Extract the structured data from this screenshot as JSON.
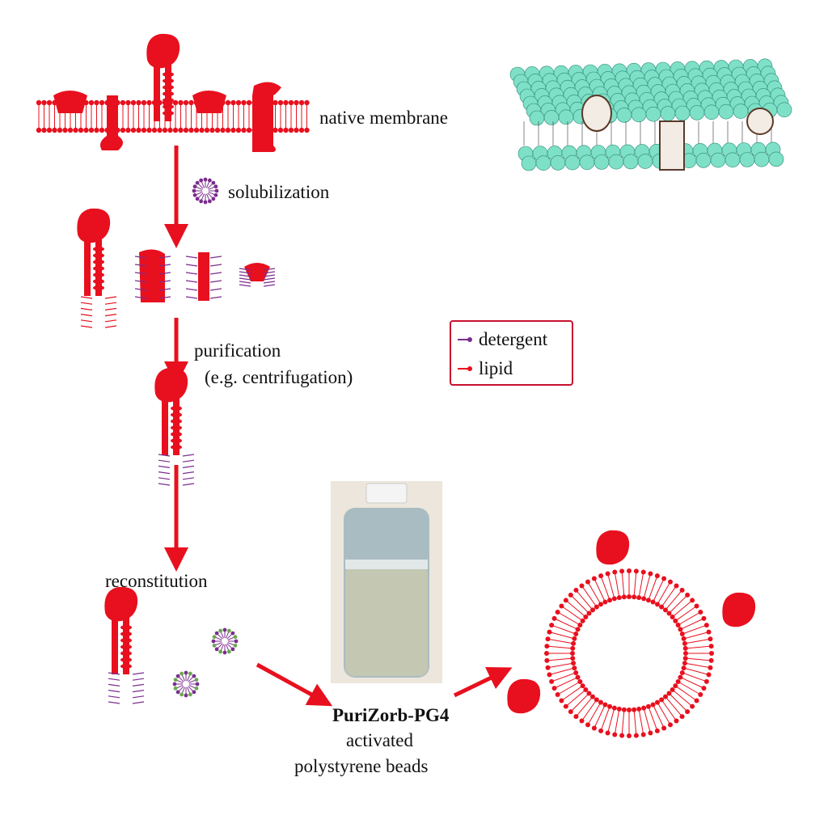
{
  "labels": {
    "native_membrane": "native membrane",
    "solubilization": "solubilization",
    "purification": "purification",
    "purification_example": "(e.g. centrifugation)",
    "reconstitution": "reconstitution",
    "product_name": "PuriZorb-PG4",
    "product_desc_1": "activated",
    "product_desc_2": "polystyrene beads"
  },
  "legend": {
    "items": [
      {
        "label": "detergent",
        "color": "#7b2d8e"
      },
      {
        "label": "lipid",
        "color": "#e8101e"
      }
    ]
  },
  "colors": {
    "protein": "#e8101e",
    "detergent": "#7b2d8e",
    "detergent_alt": "#6aa84f",
    "membrane_3d": "#7fe0c8",
    "legend_border": "#c8102e"
  }
}
